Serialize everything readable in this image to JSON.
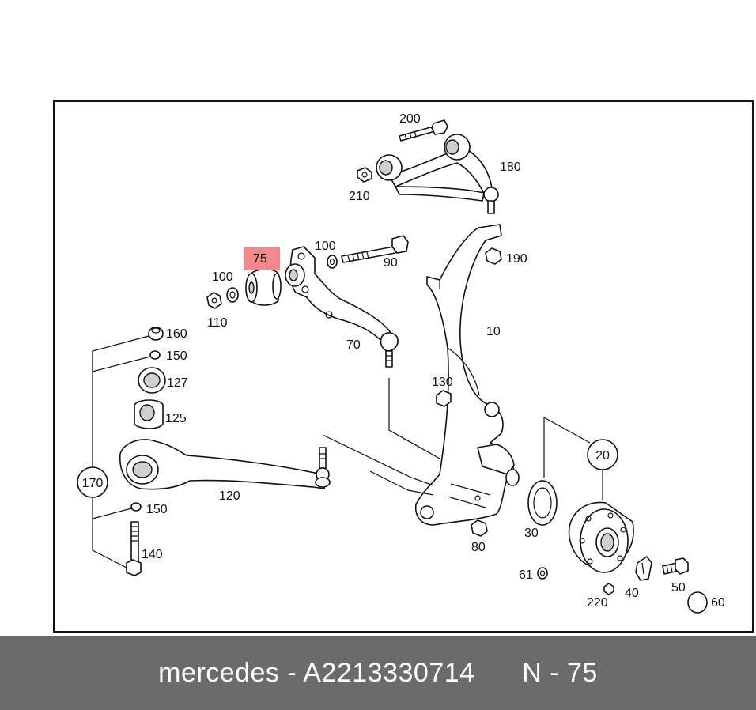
{
  "diagram": {
    "highlight_label": "75",
    "highlight_color": "#f08a8a",
    "labels": {
      "l200": "200",
      "l180": "180",
      "l210": "210",
      "l100a": "100",
      "l90": "90",
      "l190": "190",
      "l100b": "100",
      "l110": "110",
      "l70": "70",
      "l10": "10",
      "l160": "160",
      "l150a": "150",
      "l127": "127",
      "l125": "125",
      "l130": "130",
      "l170": "170",
      "l120": "120",
      "l20": "20",
      "l150b": "150",
      "l30": "30",
      "l80": "80",
      "l140": "140",
      "l61": "61",
      "l40": "40",
      "l50": "50",
      "l220": "220",
      "l60": "60"
    }
  },
  "footer": {
    "brand": "mercedes",
    "separator": "-",
    "part_number": "A2213330714",
    "position_label": "N - 75"
  }
}
